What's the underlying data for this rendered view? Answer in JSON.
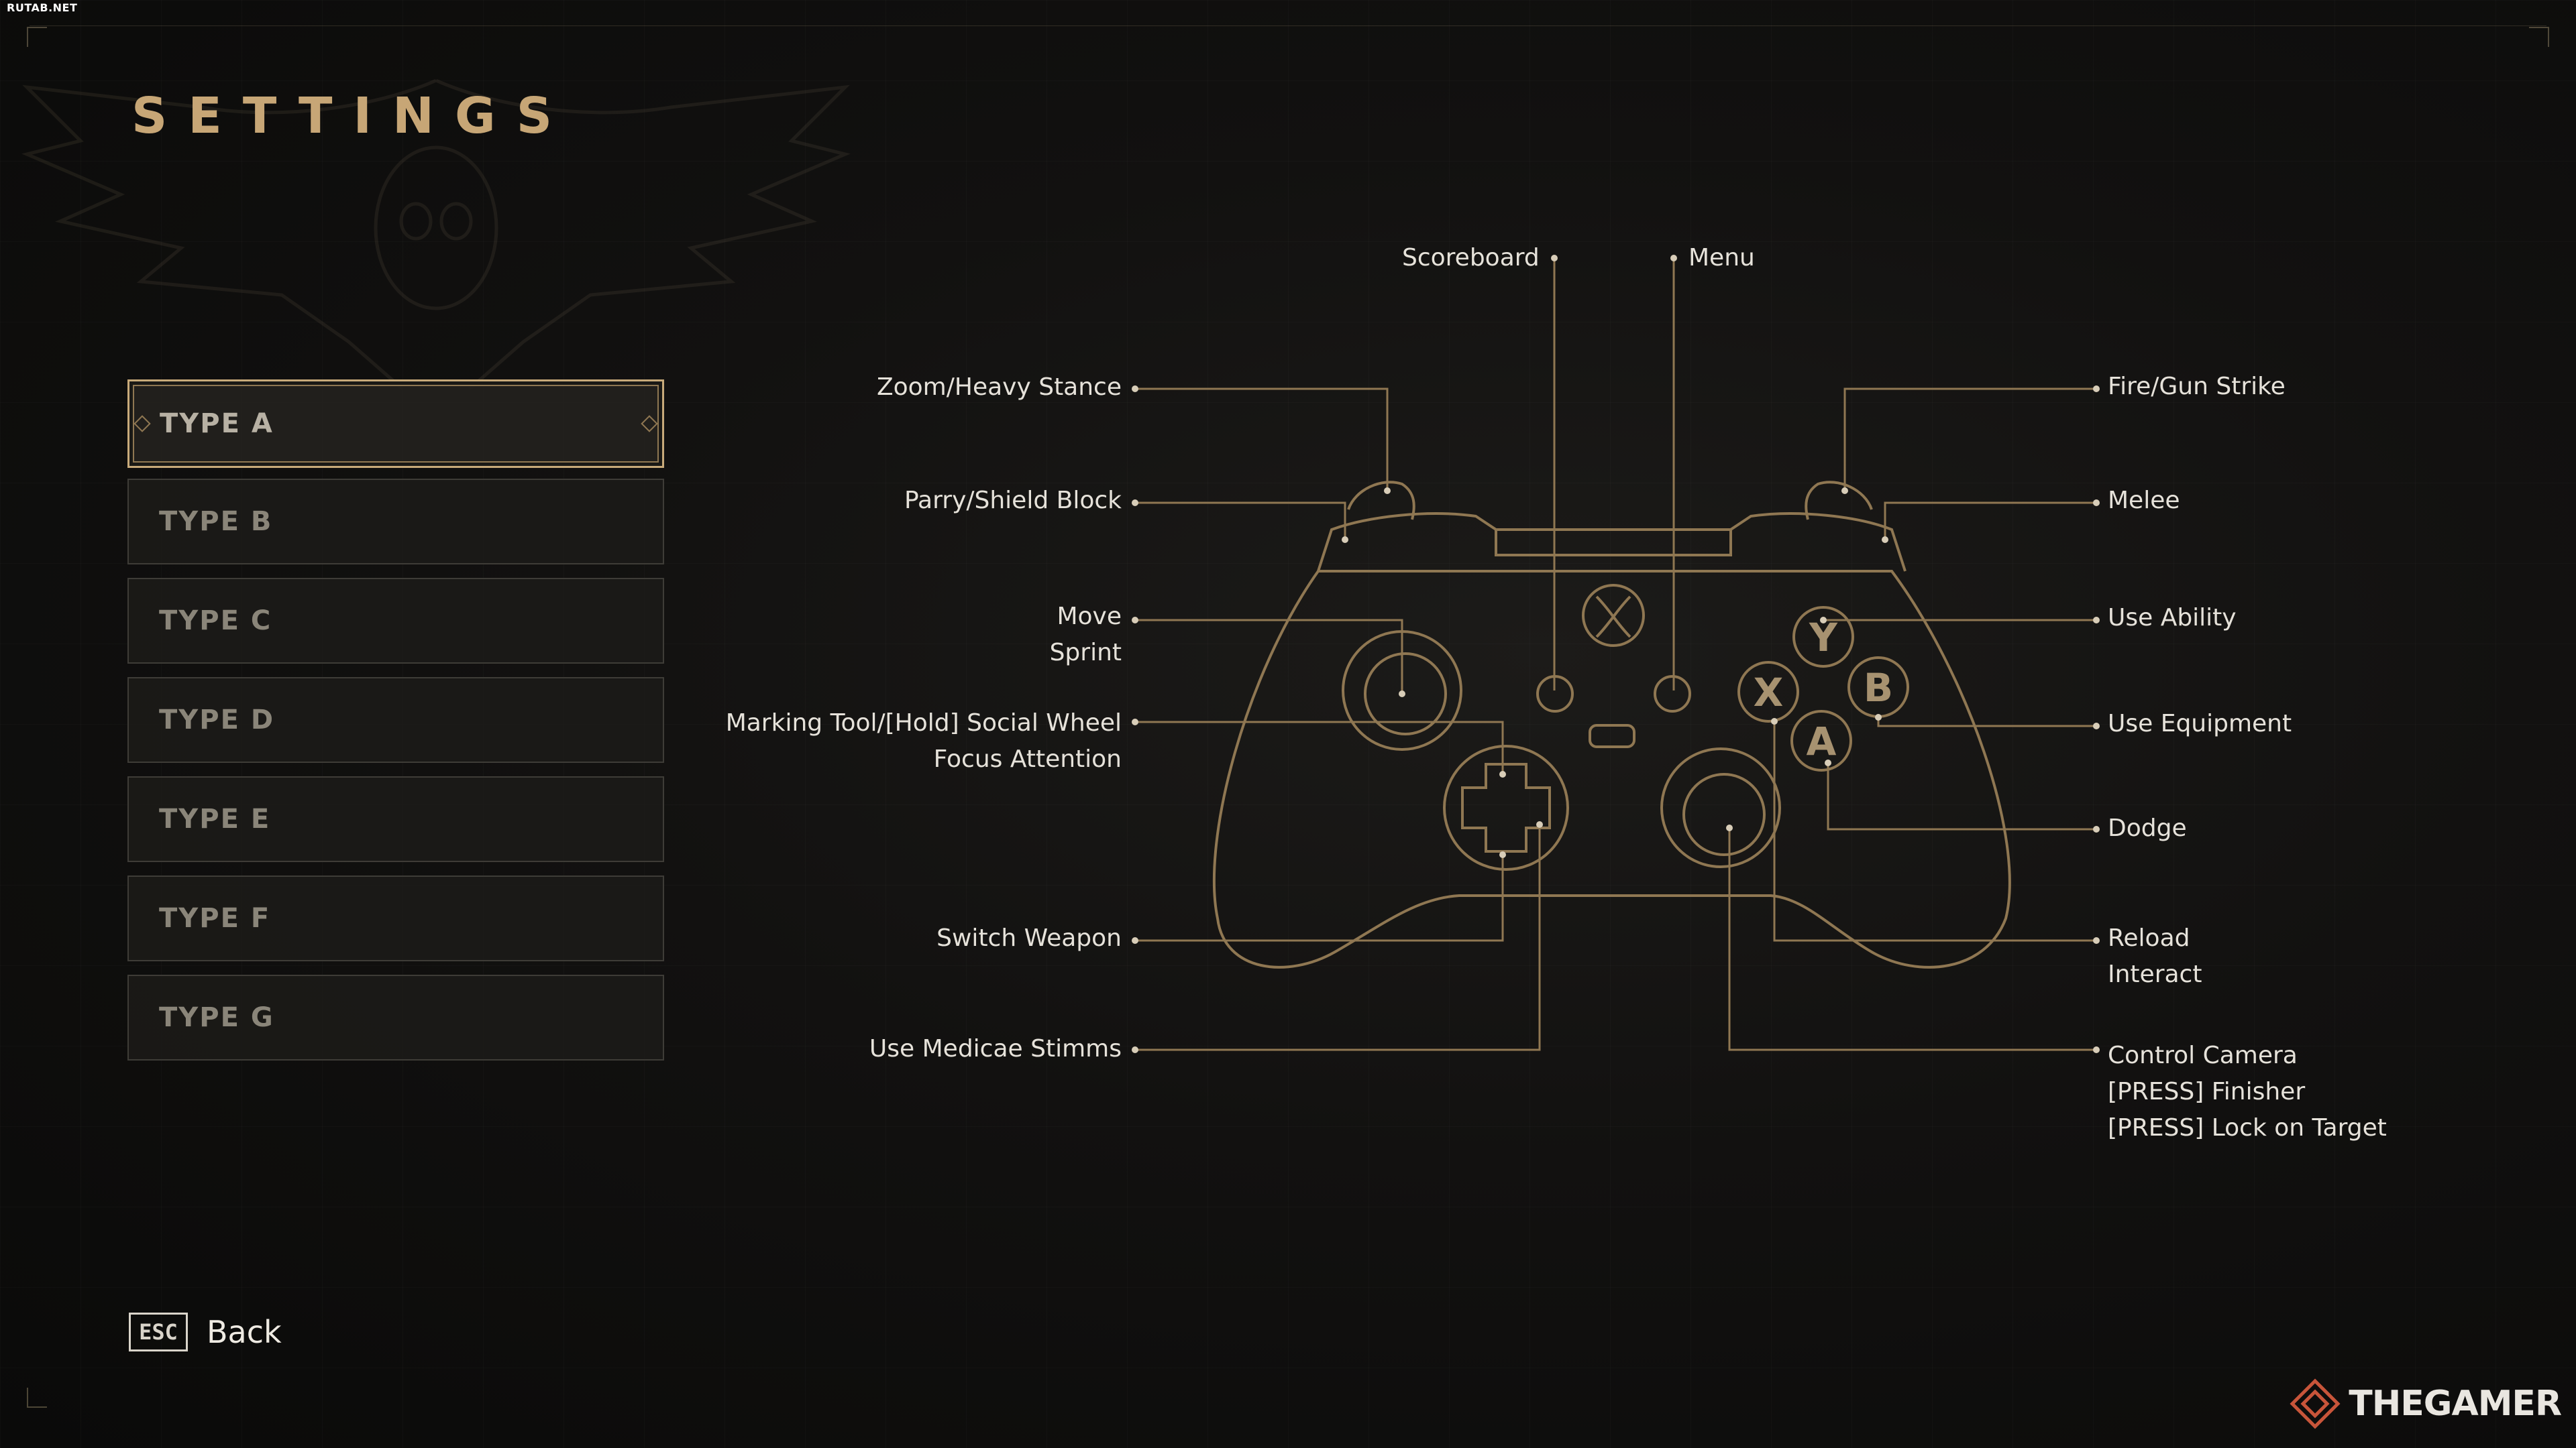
{
  "site_watermark": "RUTAB.NET",
  "page": {
    "title": "SETTINGS"
  },
  "control_types": [
    {
      "label": "TYPE A",
      "selected": true
    },
    {
      "label": "TYPE B",
      "selected": false
    },
    {
      "label": "TYPE C",
      "selected": false
    },
    {
      "label": "TYPE D",
      "selected": false
    },
    {
      "label": "TYPE E",
      "selected": false
    },
    {
      "label": "TYPE F",
      "selected": false
    },
    {
      "label": "TYPE G",
      "selected": false
    }
  ],
  "bindings": {
    "scoreboard": "Scoreboard",
    "menu": "Menu",
    "zoom": "Zoom/Heavy Stance",
    "parry": "Parry/Shield Block",
    "move": "Move",
    "sprint": "Sprint",
    "marking": "Marking Tool/[Hold] Social Wheel",
    "focus": "Focus Attention",
    "switch_weapon": "Switch Weapon",
    "medicae": "Use Medicae Stimms",
    "fire": "Fire/Gun Strike",
    "melee": "Melee",
    "use_ability": "Use Ability",
    "use_equipment": "Use Equipment",
    "dodge": "Dodge",
    "reload": "Reload",
    "interact": "Interact",
    "control_camera": "Control Camera",
    "press_finisher": "[PRESS] Finisher",
    "press_lock": "[PRESS] Lock on Target"
  },
  "face_buttons": {
    "y": "Y",
    "b": "B",
    "x": "X",
    "a": "A"
  },
  "footer": {
    "key": "ESC",
    "back_label": "Back"
  },
  "brand": {
    "name": "THEGAMER"
  },
  "colors": {
    "accent": "#c7a676",
    "controller_line": "#8f7752",
    "text": "#e6e2da"
  }
}
